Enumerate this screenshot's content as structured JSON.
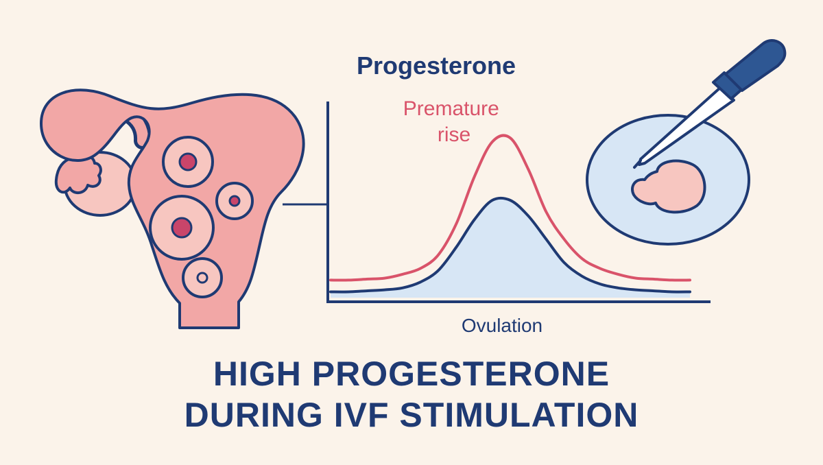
{
  "colors": {
    "background": "#FBF3EA",
    "navy": "#1F3A73",
    "pink_fill": "#F2A7A6",
    "light_pink": "#F7C6C0",
    "red_curve": "#D9536A",
    "light_blue": "#D7E6F5",
    "follicle_dot": "#C9456A"
  },
  "icons": {
    "uterus": "uterus-with-ovary-icon",
    "follicles": "ovarian-follicle-icon",
    "pipette": "pipette-icon",
    "petri_dish": "petri-dish-embryo-icon"
  },
  "chart_data": {
    "type": "line",
    "title": "Progesterone",
    "xlabel": "Ovulation",
    "ylabel": "",
    "series": [
      {
        "name": "",
        "role": "normal",
        "filled": true,
        "x": [
          0,
          0.05,
          0.1,
          0.15,
          0.2,
          0.25,
          0.3,
          0.35,
          0.4,
          0.45,
          0.5,
          0.55,
          0.6,
          0.65,
          0.7,
          0.75,
          0.8,
          0.85,
          0.9,
          0.95,
          1.0
        ],
        "values": [
          0.03,
          0.03,
          0.035,
          0.04,
          0.05,
          0.08,
          0.14,
          0.26,
          0.4,
          0.5,
          0.5,
          0.42,
          0.3,
          0.18,
          0.11,
          0.07,
          0.05,
          0.04,
          0.035,
          0.03,
          0.03
        ]
      },
      {
        "name": "",
        "role": "premature-rise",
        "filled": false,
        "x": [
          0,
          0.05,
          0.1,
          0.15,
          0.2,
          0.25,
          0.3,
          0.35,
          0.4,
          0.45,
          0.5,
          0.55,
          0.6,
          0.65,
          0.7,
          0.75,
          0.8,
          0.85,
          0.9,
          0.95,
          1.0
        ],
        "values": [
          0.09,
          0.09,
          0.095,
          0.1,
          0.12,
          0.15,
          0.22,
          0.38,
          0.62,
          0.8,
          0.82,
          0.66,
          0.44,
          0.3,
          0.2,
          0.15,
          0.12,
          0.1,
          0.095,
          0.09,
          0.09
        ]
      }
    ],
    "annotations": [
      {
        "text_lines": [
          "Premature",
          "rise"
        ],
        "points_to": "premature-rise"
      }
    ],
    "ylim": [
      0,
      1
    ],
    "xlim": [
      0,
      1
    ],
    "grid": false
  },
  "title": {
    "lines": [
      "HIGH PROGESTERONE",
      "DURING IVF STIMULATION"
    ]
  }
}
